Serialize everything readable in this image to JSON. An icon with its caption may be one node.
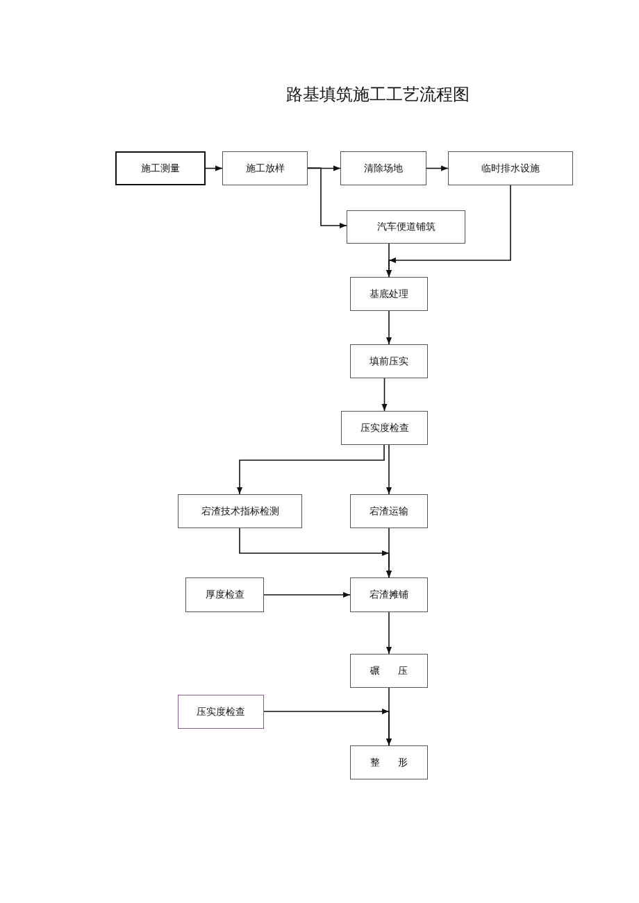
{
  "diagram": {
    "title": "路基填筑施工工艺流程图",
    "nodes": [
      {
        "text": [
          "施工测量"
        ]
      },
      {
        "text": [
          "施工放样"
        ]
      },
      {
        "text": [
          "清除场地"
        ]
      },
      {
        "text": [
          "临时排水设施"
        ]
      },
      {
        "text": [
          "汽车便道铺筑"
        ]
      },
      {
        "text": [
          "基底处理"
        ]
      },
      {
        "text": [
          "填前压实"
        ]
      },
      {
        "text": [
          "压实度检查"
        ]
      },
      {
        "text": [
          "宕渣技术指标检测"
        ]
      },
      {
        "text": [
          "宕渣运输"
        ]
      },
      {
        "text": [
          "厚度检查"
        ]
      },
      {
        "text": [
          "宕渣摊铺"
        ]
      },
      {
        "text": [
          "碾 压"
        ]
      },
      {
        "text": [
          "压实度检查"
        ]
      },
      {
        "text": [
          "整 形"
        ]
      }
    ],
    "edges": [
      {
        "from": 0,
        "to": 1,
        "arrow": "to"
      },
      {
        "from": 1,
        "to": 2,
        "arrow": "to"
      },
      {
        "from": 2,
        "to": 3,
        "arrow": "to"
      },
      {
        "from": 1,
        "to": 4,
        "arrow": "to"
      },
      {
        "from": 4,
        "to": 5,
        "arrow": "to"
      },
      {
        "from": 3,
        "to": 5,
        "arrow": "to"
      },
      {
        "from": 5,
        "to": 6,
        "arrow": "to"
      },
      {
        "from": 6,
        "to": 7,
        "arrow": "to"
      },
      {
        "from": 7,
        "to": 8,
        "arrow": "to"
      },
      {
        "from": 7,
        "to": 9,
        "arrow": "to"
      },
      {
        "from": 8,
        "to": 11,
        "arrow": "to"
      },
      {
        "from": 9,
        "to": 11,
        "arrow": "to"
      },
      {
        "from": 10,
        "to": 11,
        "arrow": "to"
      },
      {
        "from": 11,
        "to": 12,
        "arrow": "to"
      },
      {
        "from": 13,
        "to": 14,
        "arrow": "to"
      },
      {
        "from": 12,
        "to": 14,
        "arrow": "to"
      }
    ]
  }
}
